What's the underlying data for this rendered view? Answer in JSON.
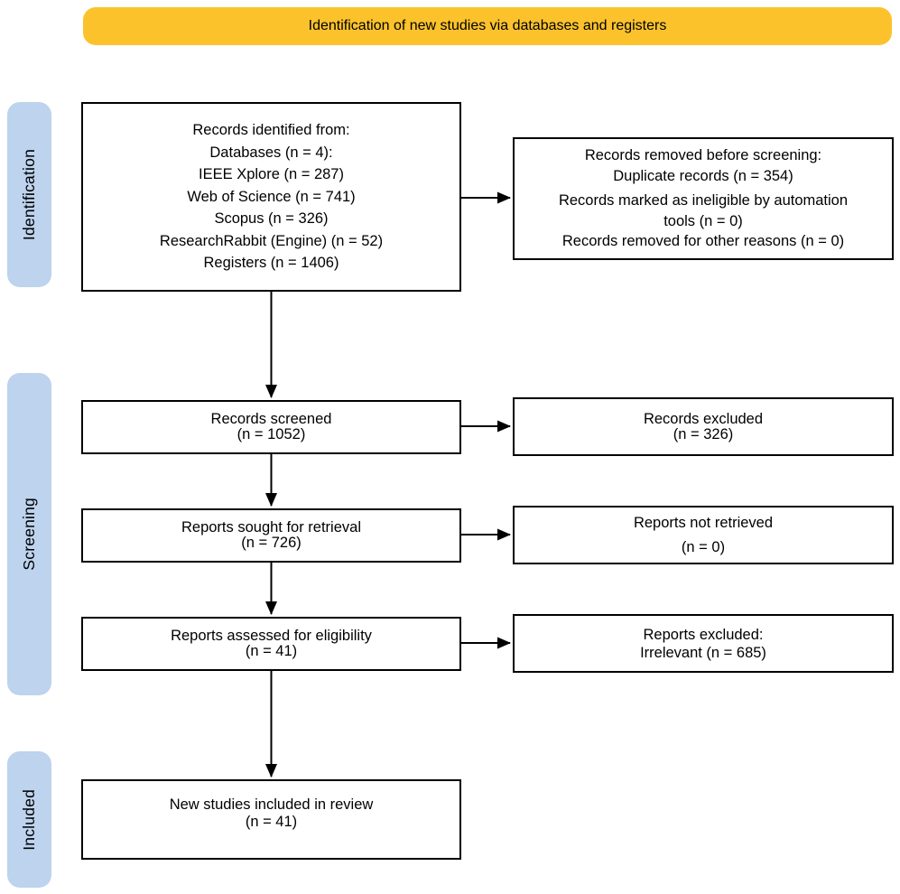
{
  "banner": {
    "label": "Identification of new studies via databases and registers"
  },
  "colors": {
    "banner_bg": "#FCC22C",
    "stage_bg": "#BDD3EE",
    "box_border": "#000000",
    "arrow": "#000000",
    "background": "#FFFFFF"
  },
  "stages": {
    "identification": "Identification",
    "screening": "Screening",
    "included": "Included"
  },
  "boxes": {
    "records_identified": {
      "lines": [
        "Records identified from:",
        "Databases (n = 4):",
        "IEEE Xplore (n = 287)",
        "Web of Science (n = 741)",
        "Scopus (n = 326)",
        "ResearchRabbit (Engine) (n = 52)",
        "Registers (n = 1406)"
      ]
    },
    "records_removed": {
      "lines": [
        "Records removed before screening:",
        "Duplicate records (n = 354)",
        "Records marked as ineligible by automation",
        "tools (n = 0)",
        "Records removed for other reasons (n = 0)"
      ]
    },
    "records_screened": {
      "lines": [
        "Records screened",
        "(n = 1052)"
      ]
    },
    "records_excluded": {
      "lines": [
        "Records excluded",
        "(n = 326)"
      ]
    },
    "reports_sought": {
      "lines": [
        "Reports sought for retrieval",
        "(n = 726)"
      ]
    },
    "reports_not_retrieved": {
      "lines": [
        "Reports not retrieved",
        "(n = 0)"
      ]
    },
    "reports_assessed": {
      "lines": [
        "Reports assessed for eligibility",
        "(n = 41)"
      ]
    },
    "reports_excluded": {
      "lines": [
        "Reports excluded:",
        "Irrelevant (n = 685)"
      ]
    },
    "new_studies_included": {
      "lines": [
        "New studies included in review",
        "(n = 41)"
      ]
    }
  }
}
